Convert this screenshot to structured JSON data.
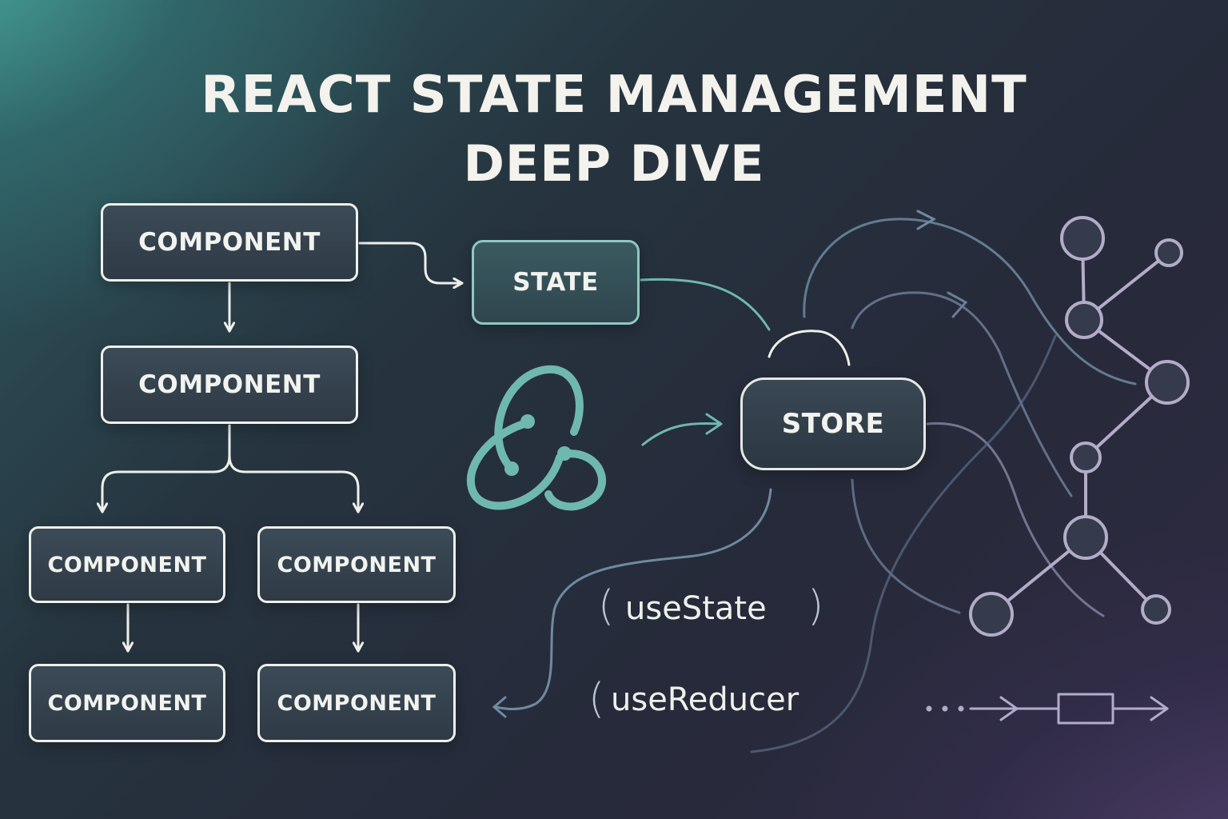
{
  "title": {
    "line1": "REACT STATE MANAGEMENT",
    "line2": "DEEP DIVE"
  },
  "tree": {
    "nodes": [
      "COMPONENT",
      "COMPONENT",
      "COMPONENT",
      "COMPONENT",
      "COMPONENT",
      "COMPONENT"
    ]
  },
  "state_label": "STATE",
  "store_label": "STORE",
  "hooks": {
    "use_state": "useState",
    "use_reducer": "useReducer"
  },
  "icons": {
    "redux": "redux-logo-icon",
    "graph": "node-graph-icon",
    "pipeline": "pipeline-arrow-icon"
  },
  "colors": {
    "teal_accent": "#6fb8b0",
    "line_light": "#eef0ea",
    "graph_lavender": "#b3acc8",
    "flow_blue": "#6f8aa0"
  }
}
